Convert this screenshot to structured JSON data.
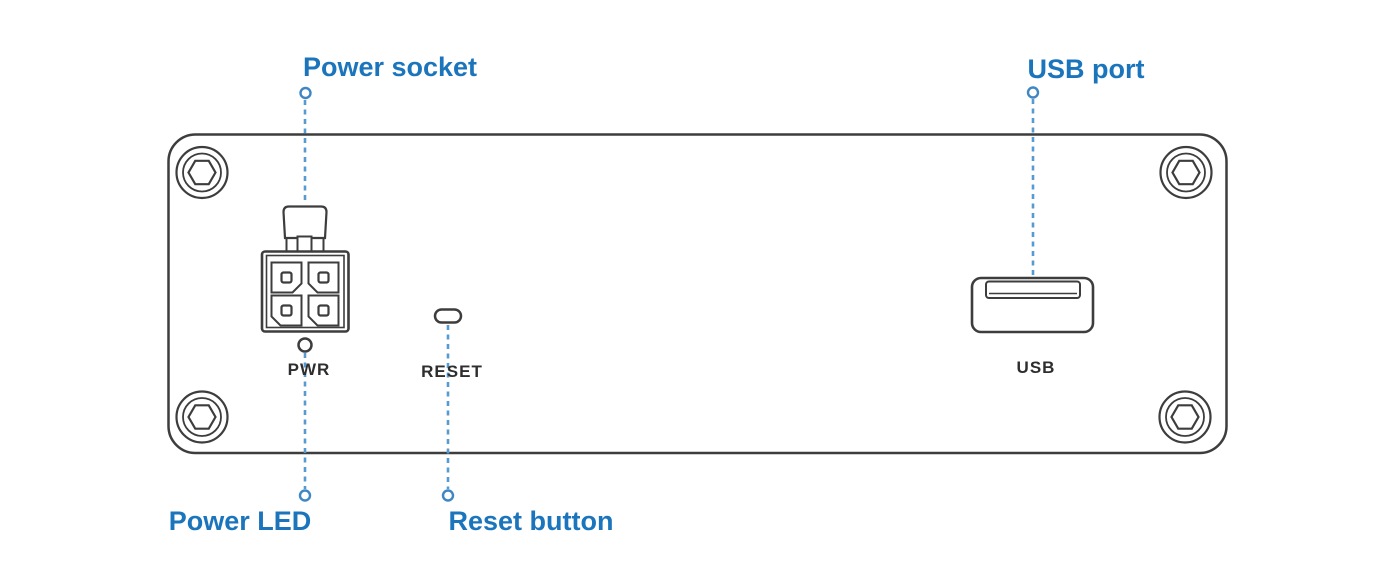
{
  "diagram": {
    "description": "Device rear panel callout diagram",
    "callouts": {
      "power_socket": "Power socket",
      "usb_port": "USB port",
      "power_led": "Power LED",
      "reset_button": "Reset button"
    },
    "panel_labels": {
      "pwr": "PWR",
      "reset": "RESET",
      "usb": "USB"
    },
    "icons": [
      "screw-icon",
      "power-socket-connector-icon",
      "power-led-indicator-icon",
      "reset-pinhole-icon",
      "usb-port-icon"
    ],
    "colors": {
      "callout_text": "#1b75bc",
      "leader_line": "#559bd2",
      "leader_dot": "#3f87c4",
      "panel_outline": "#3d3d3d",
      "panel_text": "#2e2e2e",
      "background": "#ffffff"
    }
  }
}
